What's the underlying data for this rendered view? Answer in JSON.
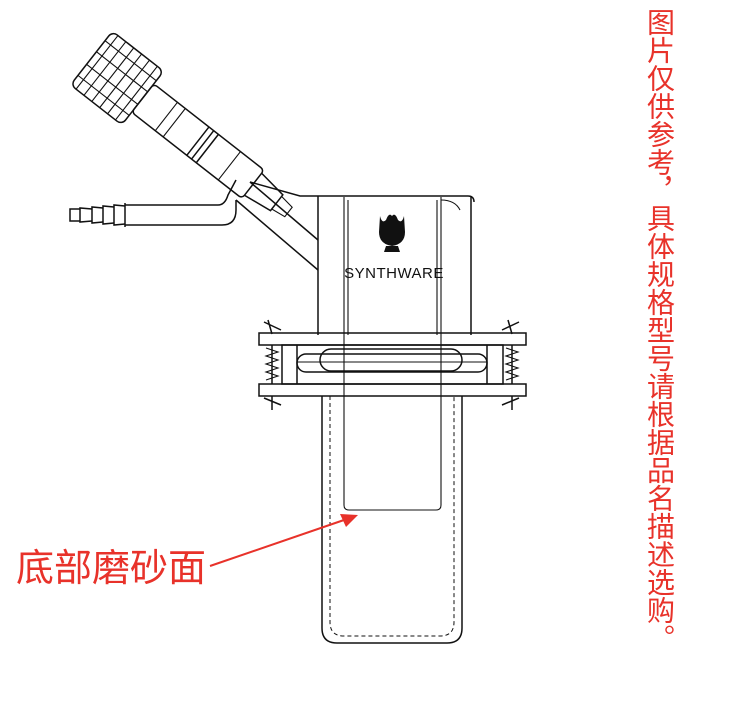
{
  "brand": {
    "logo_icon": "tulip-logo-icon",
    "name": "SYNTHWARE"
  },
  "annotation": {
    "label": "底部磨砂面",
    "arrow_color": "#e8322a"
  },
  "notice": {
    "text": "图片仅供参考，具体规格型号请根据品名描述选购。",
    "color": "#e8322a"
  }
}
